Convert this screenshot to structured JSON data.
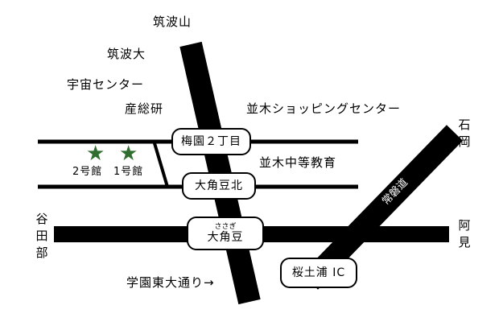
{
  "colors": {
    "road": "#000000",
    "background": "#ffffff",
    "star": "#2f6e2f",
    "rail_label": "#ffffff"
  },
  "places": {
    "tsukuba_san": "筑波山",
    "tsukuba_dai": "筑波大",
    "uchu_center": "宇宙センター",
    "sansoken": "産総研",
    "namiki_shopping": "並木ショッピングセンター",
    "namiki_chuto": "並木中等教育",
    "bldg2": "2号館",
    "bldg1": "1号館",
    "gakuen_higashi": "学園東大通り→"
  },
  "directions": {
    "yatabe": "谷田部",
    "ami": "阿見",
    "ishioka": "石岡"
  },
  "intersections": {
    "umezono": "梅園２丁目",
    "okaku_kita": "大角豆北",
    "okaku_ruby": "ささぎ",
    "okaku": "大角豆",
    "tsuchiura_ic": "桜土浦 IC"
  },
  "highway": {
    "name": "常磐道"
  },
  "markers": [
    {
      "name": "building-2",
      "icon": "star-icon"
    },
    {
      "name": "building-1",
      "icon": "star-icon"
    }
  ]
}
